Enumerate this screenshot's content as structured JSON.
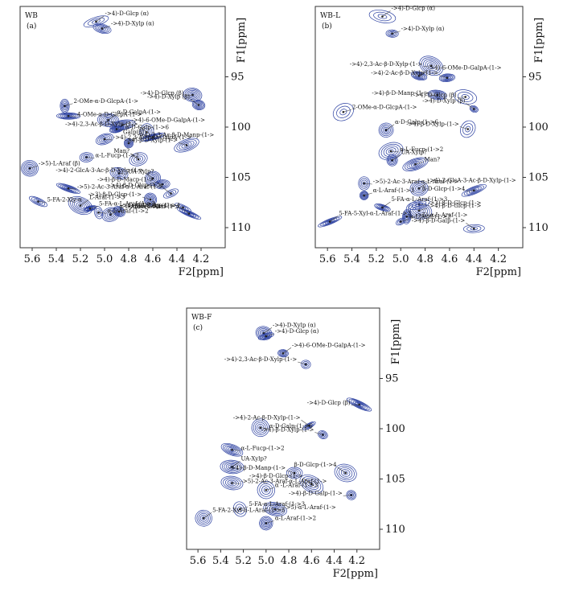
{
  "chart_data": [
    {
      "type": "scatter",
      "panel_label": "WB",
      "sub_label": "(a)",
      "xlabel": "F2[ppm]",
      "ylabel": "F1[ppm]",
      "xlim": [
        5.7,
        4.0
      ],
      "ylim": [
        88,
        112
      ],
      "x_ticks": [
        5.6,
        5.4,
        5.2,
        5.0,
        4.8,
        4.6,
        4.4,
        4.2
      ],
      "y_ticks": [
        95,
        100,
        105,
        110
      ],
      "points": [
        {
          "x": 5.07,
          "y": 89.5,
          "label": "->4)-D-Glcp (α)"
        },
        {
          "x": 5.02,
          "y": 90.2,
          "label": "->4)-D-Xylp (α)"
        },
        {
          "x": 4.27,
          "y": 96.8,
          "label": "->4)-D-Glcp (β)"
        },
        {
          "x": 4.22,
          "y": 97.8,
          "label": "->4)-D-Xylp (β)"
        },
        {
          "x": 5.33,
          "y": 97.9,
          "label": "2-OMe-α-D-GlcpA-(1->"
        },
        {
          "x": 5.3,
          "y": 98.9,
          "label": "4-OMe-α-D-GlcpA-(1->"
        },
        {
          "x": 4.97,
          "y": 99.3,
          "label": "α-D-GalpA-(1->"
        },
        {
          "x": 4.85,
          "y": 99.8,
          "label": "->4)-6-OMe-D-GalpA-(1->"
        },
        {
          "x": 4.9,
          "y": 100.2,
          "label": "α-D-Galp-(1->6"
        },
        {
          "x": 4.65,
          "y": 100.5,
          "label": "->4)-2,3-Ac-β-D-Xylp-(1->"
        },
        {
          "x": 4.6,
          "y": 101.0,
          "label": "Galp(β)"
        },
        {
          "x": 5.0,
          "y": 101.2,
          "label": "->4)-2,3-Ac-α-D-GalpA-(1->"
        },
        {
          "x": 4.8,
          "y": 101.6,
          "label": "->4)-2,3-Ac-β-D-Manp-(1->"
        },
        {
          "x": 4.32,
          "y": 101.8,
          "label": "->4)-β-D-Xylp-(1->"
        },
        {
          "x": 5.15,
          "y": 103.0,
          "label": "α-L-Fucp-(1->2"
        },
        {
          "x": 4.72,
          "y": 103.2,
          "label": "Man?"
        },
        {
          "x": 5.62,
          "y": 104.1,
          "label": "->5)-L-Araf (β)"
        },
        {
          "x": 4.88,
          "y": 104.6,
          "label": "UA-Xylp?"
        },
        {
          "x": 4.6,
          "y": 105.1,
          "label": "->4)-2-GlcA-3-Ac-β-D-Xylp-(1->"
        },
        {
          "x": 4.52,
          "y": 105.7,
          "label": "->4)-β-D-Macp-(1->"
        },
        {
          "x": 5.3,
          "y": 106.1,
          "label": "->5)-2-Ac-3-Araf-α-L-Araf-(1->"
        },
        {
          "x": 4.45,
          "y": 106.6,
          "label": "->4)-β-D-Glcp-(1->"
        },
        {
          "x": 4.62,
          "y": 107.2,
          "label": "->3)-β-D-Glcp-(1->"
        },
        {
          "x": 5.55,
          "y": 107.4,
          "label": "5-FA-2-Xly-α"
        },
        {
          "x": 5.2,
          "y": 107.8,
          "label": "L-Araf-(1->3"
        },
        {
          "x": 5.12,
          "y": 108.1,
          "label": "5-FA-α-L-Araf-(1->3"
        },
        {
          "x": 5.05,
          "y": 108.5,
          "label": "α-L-Araf-(1->2"
        },
        {
          "x": 4.95,
          "y": 108.7,
          "label": "α-L-Araf-(1->3"
        },
        {
          "x": 4.88,
          "y": 108.4,
          "label": "->5)-α-L-Araf-(1->"
        },
        {
          "x": 4.35,
          "y": 108.0,
          "label": "->4)-β-D-Dalp-(1->"
        },
        {
          "x": 4.3,
          "y": 108.6,
          "label": "β-D-Dlcp-(1->4"
        }
      ]
    },
    {
      "type": "scatter",
      "panel_label": "WB-L",
      "sub_label": "(b)",
      "xlabel": "F2[ppm]",
      "ylabel": "F1[ppm]",
      "xlim": [
        5.7,
        4.0
      ],
      "ylim": [
        88,
        112
      ],
      "x_ticks": [
        5.6,
        5.4,
        5.2,
        5.0,
        4.8,
        4.6,
        4.4,
        4.2
      ],
      "y_ticks": [
        95,
        100,
        105,
        110
      ],
      "points": [
        {
          "x": 5.15,
          "y": 89.0,
          "label": "->4)-D-Glcp (α)"
        },
        {
          "x": 5.07,
          "y": 90.7,
          "label": "->4)-D-Xylp (α)"
        },
        {
          "x": 4.47,
          "y": 97.0,
          "label": "->4)-D-Glcp (β)"
        },
        {
          "x": 4.4,
          "y": 98.2,
          "label": "->4)-D-Xylp (β)"
        },
        {
          "x": 5.47,
          "y": 98.5,
          "label": "2-OMe-α-D-GlcpA-(1->"
        },
        {
          "x": 4.75,
          "y": 93.9,
          "label": "->4)-2,3-Ac-β-D-Xylp-(1->"
        },
        {
          "x": 4.85,
          "y": 94.9,
          "label": "->4)-6-OMe-D-GalpA-(1->"
        },
        {
          "x": 4.62,
          "y": 95.1,
          "label": "->4)-2-Ac-β-D-Xylp-(1->"
        },
        {
          "x": 4.7,
          "y": 96.8,
          "label": "->4)-β-D-Manp-(1->"
        },
        {
          "x": 5.12,
          "y": 100.3,
          "label": "α-D-Galp-(1->6"
        },
        {
          "x": 4.45,
          "y": 100.2,
          "label": "->4)-β-D-Xylp-(1->"
        },
        {
          "x": 5.08,
          "y": 102.4,
          "label": "α-L-Fucp-(1->2"
        },
        {
          "x": 5.07,
          "y": 103.3,
          "label": "UA-Xylp?"
        },
        {
          "x": 4.88,
          "y": 103.7,
          "label": "Man?"
        },
        {
          "x": 5.3,
          "y": 105.6,
          "label": "->5)-2-Ac-3-Araf-α-L-Araf-(1->"
        },
        {
          "x": 4.85,
          "y": 106.1,
          "label": "->4)-2-GlcA-3-Ac-β-D-Xylp-(1->"
        },
        {
          "x": 5.3,
          "y": 106.8,
          "label": "α-L-Araf-(1->3"
        },
        {
          "x": 4.85,
          "y": 107.7,
          "label": "->3)-β-D-Glcp-(1->"
        },
        {
          "x": 5.15,
          "y": 108.0,
          "label": "5-FA-α-L-Araf-(1->3"
        },
        {
          "x": 4.85,
          "y": 108.3,
          "label": "->4)-β-D-Glcp-(1->"
        },
        {
          "x": 4.95,
          "y": 108.9,
          "label": "->5)-α-L-Araf-(1->"
        },
        {
          "x": 5.58,
          "y": 109.4,
          "label": "5-FA-5-Xyl-α-L-Araf-(1->3"
        },
        {
          "x": 5.0,
          "y": 109.4,
          "label": "α-L-Araf-(1->2"
        },
        {
          "x": 4.4,
          "y": 106.3,
          "label": "β-D-Glcp-(1->4"
        },
        {
          "x": 4.4,
          "y": 110.1,
          "label": "->4)-β-D-Galp-(1->"
        }
      ]
    },
    {
      "type": "scatter",
      "panel_label": "WB-F",
      "sub_label": "(c)",
      "xlabel": "F2[ppm]",
      "ylabel": "F1[ppm]",
      "xlim": [
        5.7,
        4.0
      ],
      "ylim": [
        88,
        112
      ],
      "x_ticks": [
        5.6,
        5.4,
        5.2,
        5.0,
        4.8,
        4.6,
        4.4,
        4.2
      ],
      "y_ticks": [
        95,
        100,
        105,
        110
      ],
      "points": [
        {
          "x": 5.02,
          "y": 90.5,
          "label": "->4)-D-Xylp (α)"
        },
        {
          "x": 5.0,
          "y": 90.8,
          "label": "->4)-D-Glcp (α)"
        },
        {
          "x": 4.18,
          "y": 97.6,
          "label": "->4)-D-Glcp (β)"
        },
        {
          "x": 4.85,
          "y": 92.5,
          "label": "->4)-6-OMe-D-GalpA-(1->"
        },
        {
          "x": 4.65,
          "y": 93.6,
          "label": "->4)-2,3-Ac-β-D-Xylp-(1->"
        },
        {
          "x": 5.05,
          "y": 99.9,
          "label": "α-D-Galp-(1->6"
        },
        {
          "x": 4.62,
          "y": 99.7,
          "label": "->4)-2-Ac-β-D-Xylp-(1->"
        },
        {
          "x": 4.5,
          "y": 100.6,
          "label": "->4)-β-D-Xylp-(1->"
        },
        {
          "x": 5.3,
          "y": 102.1,
          "label": "α-L-Fucp-(1->2"
        },
        {
          "x": 5.3,
          "y": 103.8,
          "label": "UA-Xylp?"
        },
        {
          "x": 4.75,
          "y": 104.4,
          "label": "->4)-β-D-Manp-(1->"
        },
        {
          "x": 5.3,
          "y": 105.4,
          "label": "->5)-2-Ac-3-Araf-α-L-Araf-(1->"
        },
        {
          "x": 4.6,
          "y": 105.5,
          "label": "->4)-β-D-Glcp-(1->"
        },
        {
          "x": 5.0,
          "y": 106.1,
          "label": "α -L-Araf-(1->3"
        },
        {
          "x": 4.25,
          "y": 106.6,
          "label": "->4)-β-D-Galp-(1->"
        },
        {
          "x": 4.3,
          "y": 104.4,
          "label": "β-D-Glcp-(1->4"
        },
        {
          "x": 5.23,
          "y": 108.0,
          "label": "5-FA-α-L-Araf-(1->3"
        },
        {
          "x": 4.92,
          "y": 108.0,
          "label": "->5)-α-L-Araf-(1->"
        },
        {
          "x": 5.55,
          "y": 108.9,
          "label": "5-FA-2-Xyl-α-L-Araf-(1->3"
        },
        {
          "x": 5.0,
          "y": 109.4,
          "label": "α-L-Araf-(1->2"
        }
      ]
    }
  ]
}
